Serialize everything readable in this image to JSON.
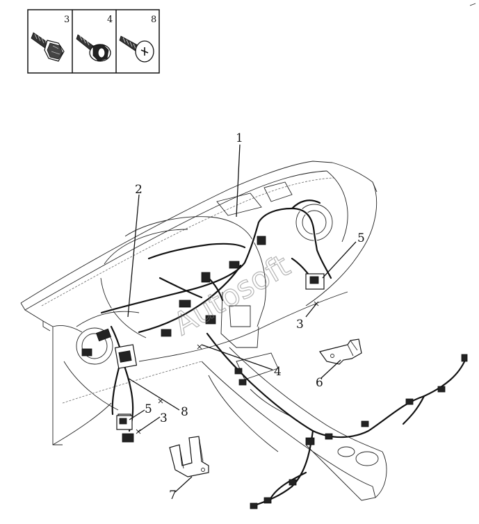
{
  "legend": [
    {
      "number": "3",
      "icon": "hex-flange-bolt-icon"
    },
    {
      "number": "4",
      "icon": "hex-washer-screw-icon"
    },
    {
      "number": "8",
      "icon": "phillips-tapping-screw-icon"
    }
  ],
  "callouts": [
    {
      "id": "c1",
      "text": "1"
    },
    {
      "id": "c2",
      "text": "2"
    },
    {
      "id": "c3a",
      "text": "3"
    },
    {
      "id": "c3b",
      "text": "3"
    },
    {
      "id": "c4",
      "text": "4"
    },
    {
      "id": "c5a",
      "text": "5"
    },
    {
      "id": "c5b",
      "text": "5"
    },
    {
      "id": "c6",
      "text": "6"
    },
    {
      "id": "c7",
      "text": "7"
    },
    {
      "id": "c8",
      "text": "8"
    }
  ],
  "watermark": "Autosoft",
  "colors": {
    "ink": "#111111",
    "background": "#ffffff",
    "watermark": "#777777"
  }
}
